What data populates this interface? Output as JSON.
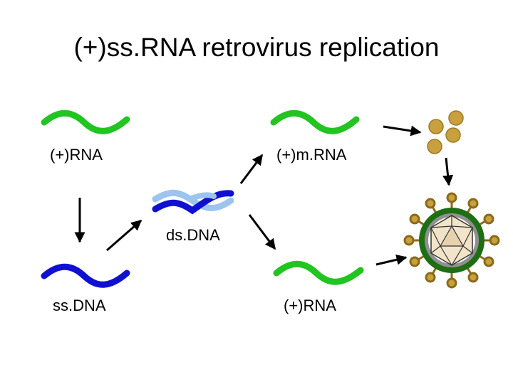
{
  "slide": {
    "title": "(+)ss.RNA retrovirus replication",
    "labels": {
      "rna_top": "(+)RNA",
      "mrna": "(+)m.RNA",
      "dsdna": "ds.DNA",
      "ssdna": "ss.DNA",
      "rna_bottom": "(+)RNA"
    }
  },
  "colors": {
    "rna_green": "#22c422",
    "dna_blue": "#1010d0",
    "dna_light_blue": "#9cc4ee",
    "capsid_gold": "#c8a040",
    "envelope_green": "#1e6e14",
    "membrane_gray": "#909090"
  }
}
